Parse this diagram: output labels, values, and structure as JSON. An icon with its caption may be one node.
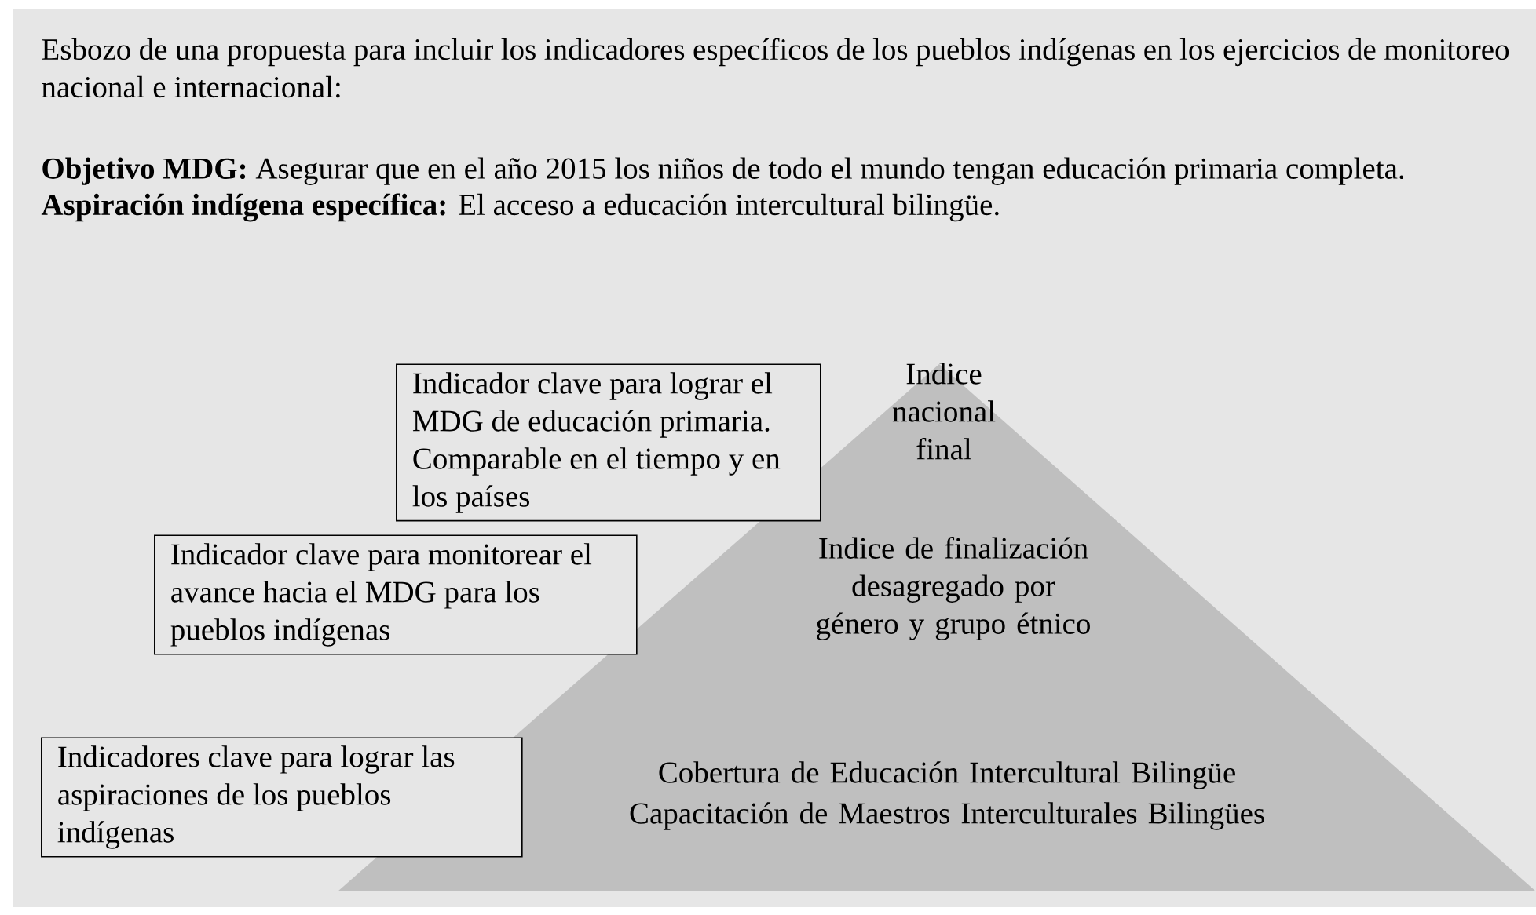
{
  "diagram": {
    "nodes": [
      {
        "text": [
          "Indice nacional final",
          "Indice de finalización desagregado por género y grupo étnico",
          "Cobertura de Educación Intercultural Bilingüe",
          "Capacitación de Maestros Interculturales Bilingües"
        ]
      },
      {
        "text": [
          "Indicador clave para lograr el MDG de educación primaria. Comparable en el tiempo y en los países"
        ]
      },
      {
        "text": [
          "Indicador clave para monitorear el avance hacia el MDG para los pueblos indígenas"
        ]
      },
      {
        "text": [
          "Indicadores clave para lograr las aspiraciones de los pueblos indígenas"
        ]
      }
    ],
    "labels": [
      "Esbozo de una propuesta para incluir los indicadores específicos de los pueblos indígenas en los ejercicios de monitoreo nacional e internacional:",
      "**Objetivo MDG:** Asegurar que en el año 2015 los niños de todo el mundo tengan educación primaria completa.",
      "**Aspiración indígena específica:** El acceso a educación intercultural bilingüe."
    ]
  }
}
